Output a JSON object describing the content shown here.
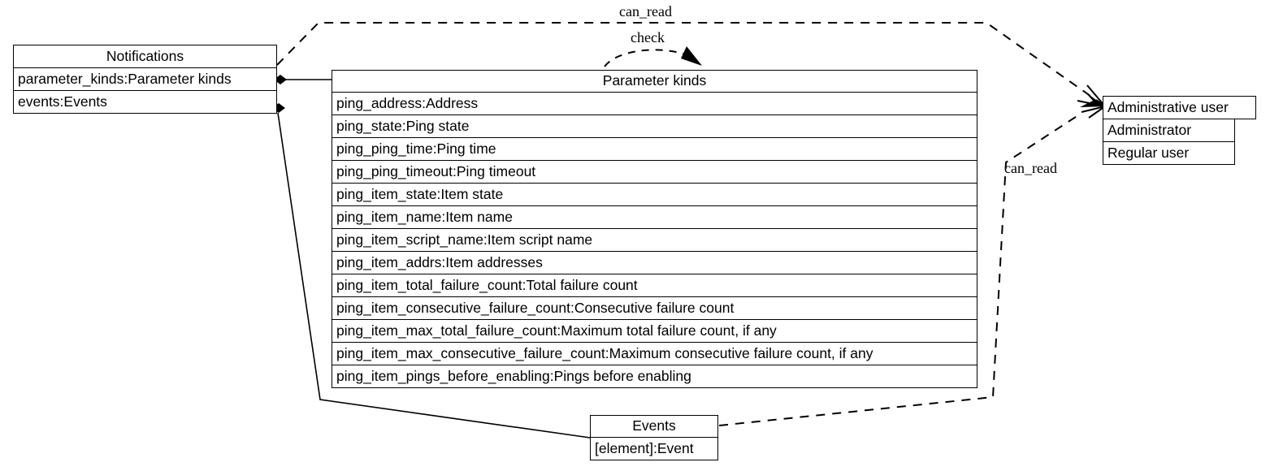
{
  "diagram": {
    "kind": "uml-class-diagram",
    "background": "#ffffff",
    "line_color": "#000000",
    "text_color": "#000000"
  },
  "classes": {
    "notifications": {
      "title": "Notifications",
      "attributes": [
        "parameter_kinds:Parameter kinds",
        "events:Events"
      ]
    },
    "parameter_kinds": {
      "title": "Parameter kinds",
      "attributes": [
        "ping_address:Address",
        "ping_state:Ping state",
        "ping_ping_time:Ping time",
        "ping_ping_timeout:Ping timeout",
        "ping_item_state:Item state",
        "ping_item_name:Item name",
        "ping_item_script_name:Item script name",
        "ping_item_addrs:Item addresses",
        "ping_item_total_failure_count:Total failure count",
        "ping_item_consecutive_failure_count:Consecutive failure count",
        "ping_item_max_total_failure_count:Maximum total failure count, if any",
        "ping_item_max_consecutive_failure_count:Maximum consecutive failure count, if any",
        "ping_item_pings_before_enabling:Pings before enabling"
      ]
    },
    "administrative_user": {
      "title": "Administrative user",
      "attributes": [
        "Administrator",
        "Regular user"
      ]
    },
    "events": {
      "title": "Events",
      "attributes": [
        "[element]:Event"
      ]
    }
  },
  "edges": {
    "notifications_to_admin": {
      "label": "can_read"
    },
    "check_self": {
      "label": "check"
    },
    "events_to_admin": {
      "label": "can_read"
    }
  }
}
